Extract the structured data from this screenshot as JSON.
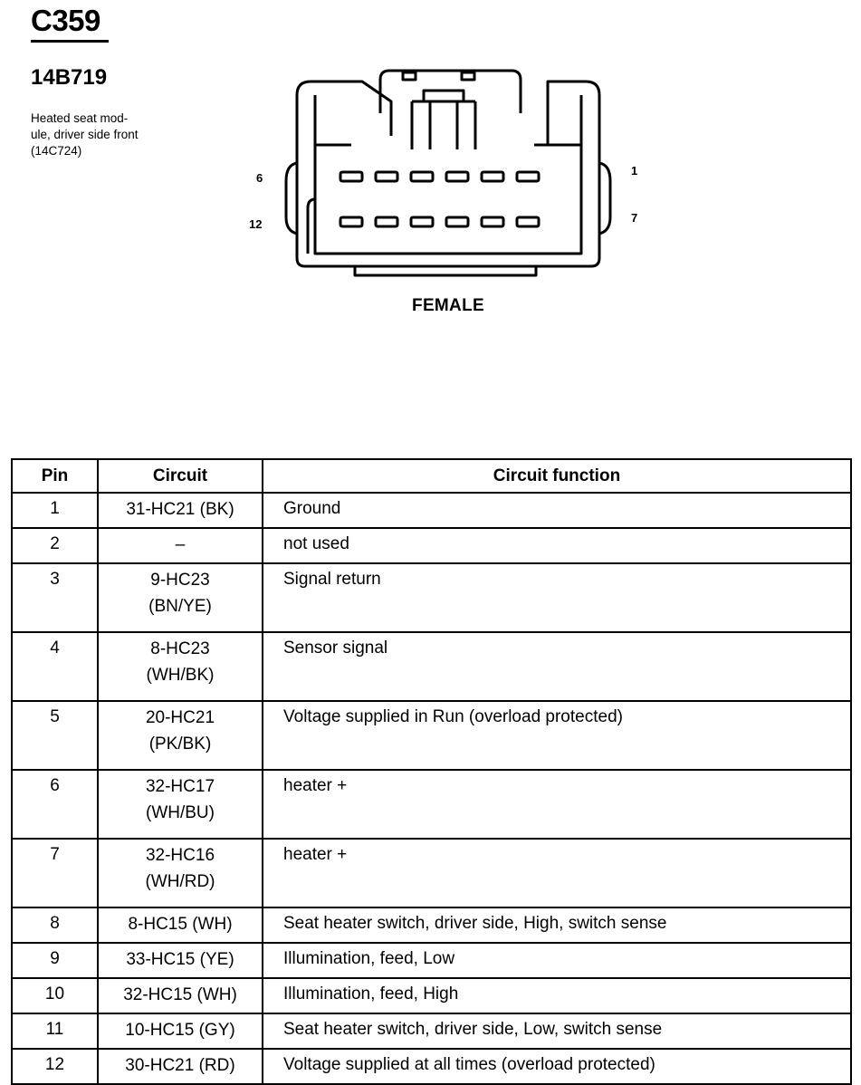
{
  "connector": {
    "id": "C359",
    "part_number": "14B719",
    "description": "Heated seat mod-\nule, driver side front\n(14C724)",
    "gender": "FEMALE",
    "pin_labels": {
      "top_left": "6",
      "bottom_left": "12",
      "top_right": "1",
      "bottom_right": "7"
    }
  },
  "table": {
    "headers": [
      "Pin",
      "Circuit",
      "Circuit function"
    ],
    "rows": [
      {
        "pin": "1",
        "circuit": "31-HC21 (BK)",
        "function": "Ground"
      },
      {
        "pin": "2",
        "circuit": "–",
        "function": "not used"
      },
      {
        "pin": "3",
        "circuit": "9-HC23\n(BN/YE)",
        "function": "Signal return"
      },
      {
        "pin": "4",
        "circuit": "8-HC23\n(WH/BK)",
        "function": "Sensor signal"
      },
      {
        "pin": "5",
        "circuit": "20-HC21\n(PK/BK)",
        "function": "Voltage supplied in Run (overload protected)"
      },
      {
        "pin": "6",
        "circuit": "32-HC17\n(WH/BU)",
        "function": "heater +"
      },
      {
        "pin": "7",
        "circuit": "32-HC16\n(WH/RD)",
        "function": "heater +"
      },
      {
        "pin": "8",
        "circuit": "8-HC15 (WH)",
        "function": "Seat heater switch, driver side, High, switch sense"
      },
      {
        "pin": "9",
        "circuit": "33-HC15 (YE)",
        "function": "Illumination, feed, Low"
      },
      {
        "pin": "10",
        "circuit": "32-HC15 (WH)",
        "function": "Illumination, feed, High"
      },
      {
        "pin": "11",
        "circuit": "10-HC15 (GY)",
        "function": "Seat heater switch, driver side, Low, switch sense"
      },
      {
        "pin": "12",
        "circuit": "30-HC21 (RD)",
        "function": "Voltage supplied at all times (overload protected)"
      }
    ]
  }
}
